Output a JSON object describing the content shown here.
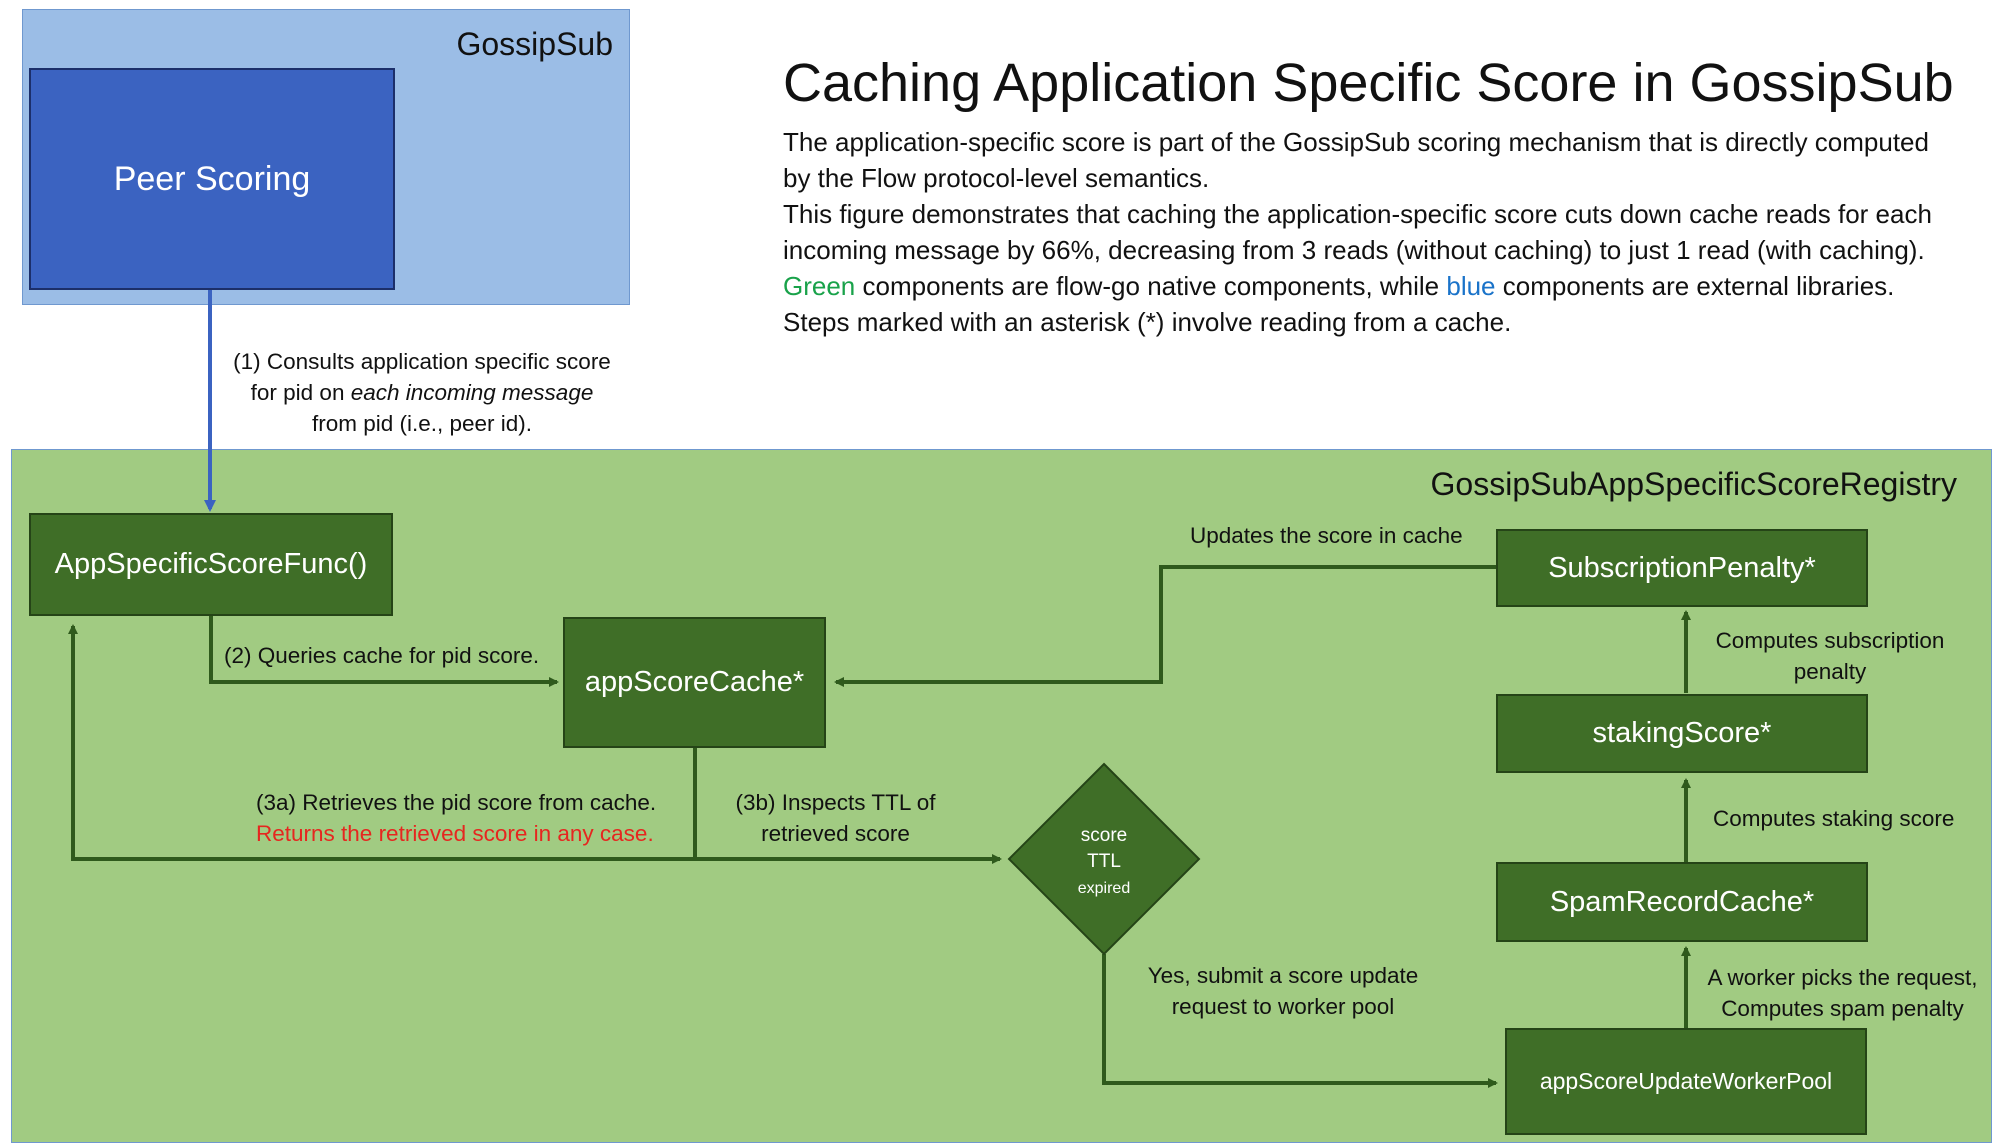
{
  "gossipsub": {
    "title": "GossipSub",
    "peer_scoring": "Peer Scoring"
  },
  "registry": {
    "title": "GossipSubAppSpecificScoreRegistry"
  },
  "nodes": {
    "app_specific_score_func": "AppSpecificScoreFunc()",
    "app_score_cache": "appScoreCache*",
    "subscription_penalty": "SubscriptionPenalty*",
    "staking_score": "stakingScore*",
    "spam_record_cache": "SpamRecordCache*",
    "worker_pool": "appScoreUpdateWorkerPool",
    "decision": {
      "line1": "score",
      "line2": "TTL",
      "line3": "expired"
    }
  },
  "edges": {
    "step1": {
      "line1": "(1) Consults application specific score",
      "line2_prefix": "for pid on ",
      "line2_emphasis": "each incoming message",
      "line3": "from pid (i.e., peer id)."
    },
    "step2": "(2) Queries cache for pid score.",
    "step3a": {
      "line1": "(3a) Retrieves the pid score from cache.",
      "line2": "Returns the retrieved score in any case."
    },
    "step3b": {
      "line1": "(3b) Inspects TTL of",
      "line2": "retrieved score"
    },
    "updates_cache": "Updates the score in cache",
    "computes_subscription": {
      "line1": "Computes subscription",
      "line2": "penalty"
    },
    "computes_staking": "Computes staking score",
    "worker_picks": {
      "line1": "A worker picks the request,",
      "line2": "Computes spam penalty"
    },
    "yes_submit": {
      "line1": "Yes, submit a score update",
      "line2": "request to worker pool"
    }
  },
  "header": {
    "title": "Caching Application Specific Score in GossipSub",
    "para1": "The application-specific score is part of the GossipSub scoring mechanism that is directly computed by the Flow protocol-level semantics.",
    "para2": "This figure demonstrates that caching the application-specific score cuts down cache reads for each incoming message by 66%, decreasing from 3 reads (without caching) to just 1 read (with caching).",
    "para3_green": "Green",
    "para3_mid": " components are flow-go native components, while ",
    "para3_blue": "blue",
    "para3_end": " components are external libraries.",
    "para4": "Steps marked with an asterisk (*) involve reading from a cache."
  },
  "colors": {
    "native_green": "#3f6e27",
    "external_blue": "#3b63c1",
    "registry_bg": "#a1cb82",
    "gossipsub_bg": "#9bbde6",
    "highlight_red": "#e6261f"
  }
}
